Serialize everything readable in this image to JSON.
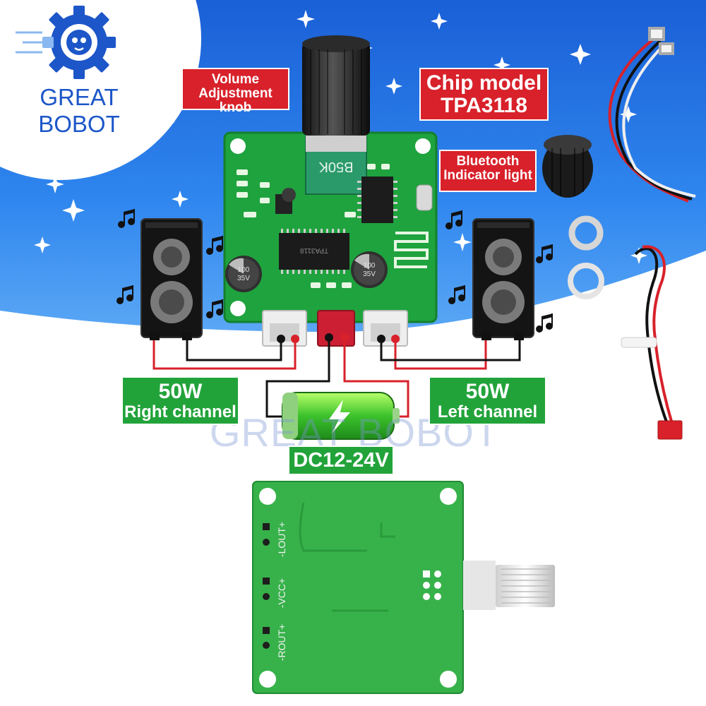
{
  "brand": {
    "name": "GREAT BOBOT",
    "watermark": "GREAT BOBOT"
  },
  "labels": {
    "volume_line1": "Volume",
    "volume_line2": "Adjustment knob",
    "chip_line1": "Chip model",
    "chip_line2": "TPA3118",
    "bluetooth_line1": "Bluetooth",
    "bluetooth_line2": "Indicator light",
    "right_power": "50W",
    "right_channel": "Right channel",
    "left_power": "50W",
    "left_channel": "Left channel",
    "voltage": "DC12-24V"
  },
  "board_front": {
    "pot_marking": "B50K",
    "cap_left": "100\n35V",
    "cap_right": "100\n35V",
    "ic_marking": "TPA3118"
  },
  "board_back": {
    "lout": "-LOUT+",
    "vcc": "-VCC+",
    "rout": "-ROUT+"
  },
  "colors": {
    "background_blue": "#1f6fe0",
    "label_red": "#d8212a",
    "label_green": "#22a33a",
    "pcb_green": "#1fa33e",
    "brand_blue": "#1c56c8"
  }
}
